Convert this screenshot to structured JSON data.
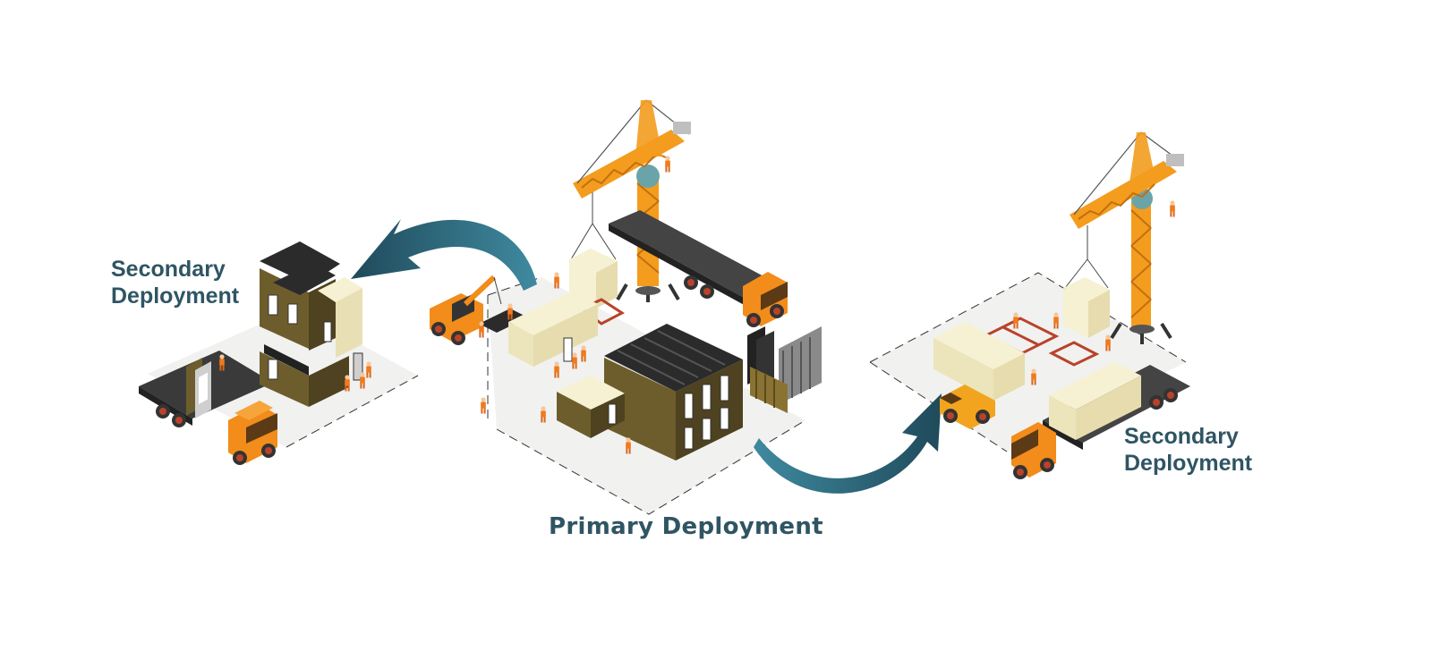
{
  "labels": {
    "secondary_left": {
      "line1": "Secondary",
      "line2": "Deployment"
    },
    "secondary_right": {
      "line1": "Secondary",
      "line2": "Deployment"
    },
    "primary": "Primary Deployment"
  },
  "colors": {
    "label_text": "#2f5563",
    "arrow_dark": "#1f4a5a",
    "arrow_light": "#3f8aa0",
    "crane": "#f39c1e",
    "truck": "#f28c1a",
    "module_cream": "#f6f1d2",
    "cladding": "#6e5d2c",
    "roof": "#2b2b2b",
    "ground": "#f1f1f0",
    "worker": "#f07a1c"
  },
  "icons": {
    "crane": "tower-crane-icon",
    "truck": "flatbed-truck-icon",
    "module": "modular-unit-icon",
    "worker": "worker-icon",
    "arrow": "curved-arrow-icon",
    "van": "van-icon",
    "excavator": "mobile-crane-icon"
  }
}
